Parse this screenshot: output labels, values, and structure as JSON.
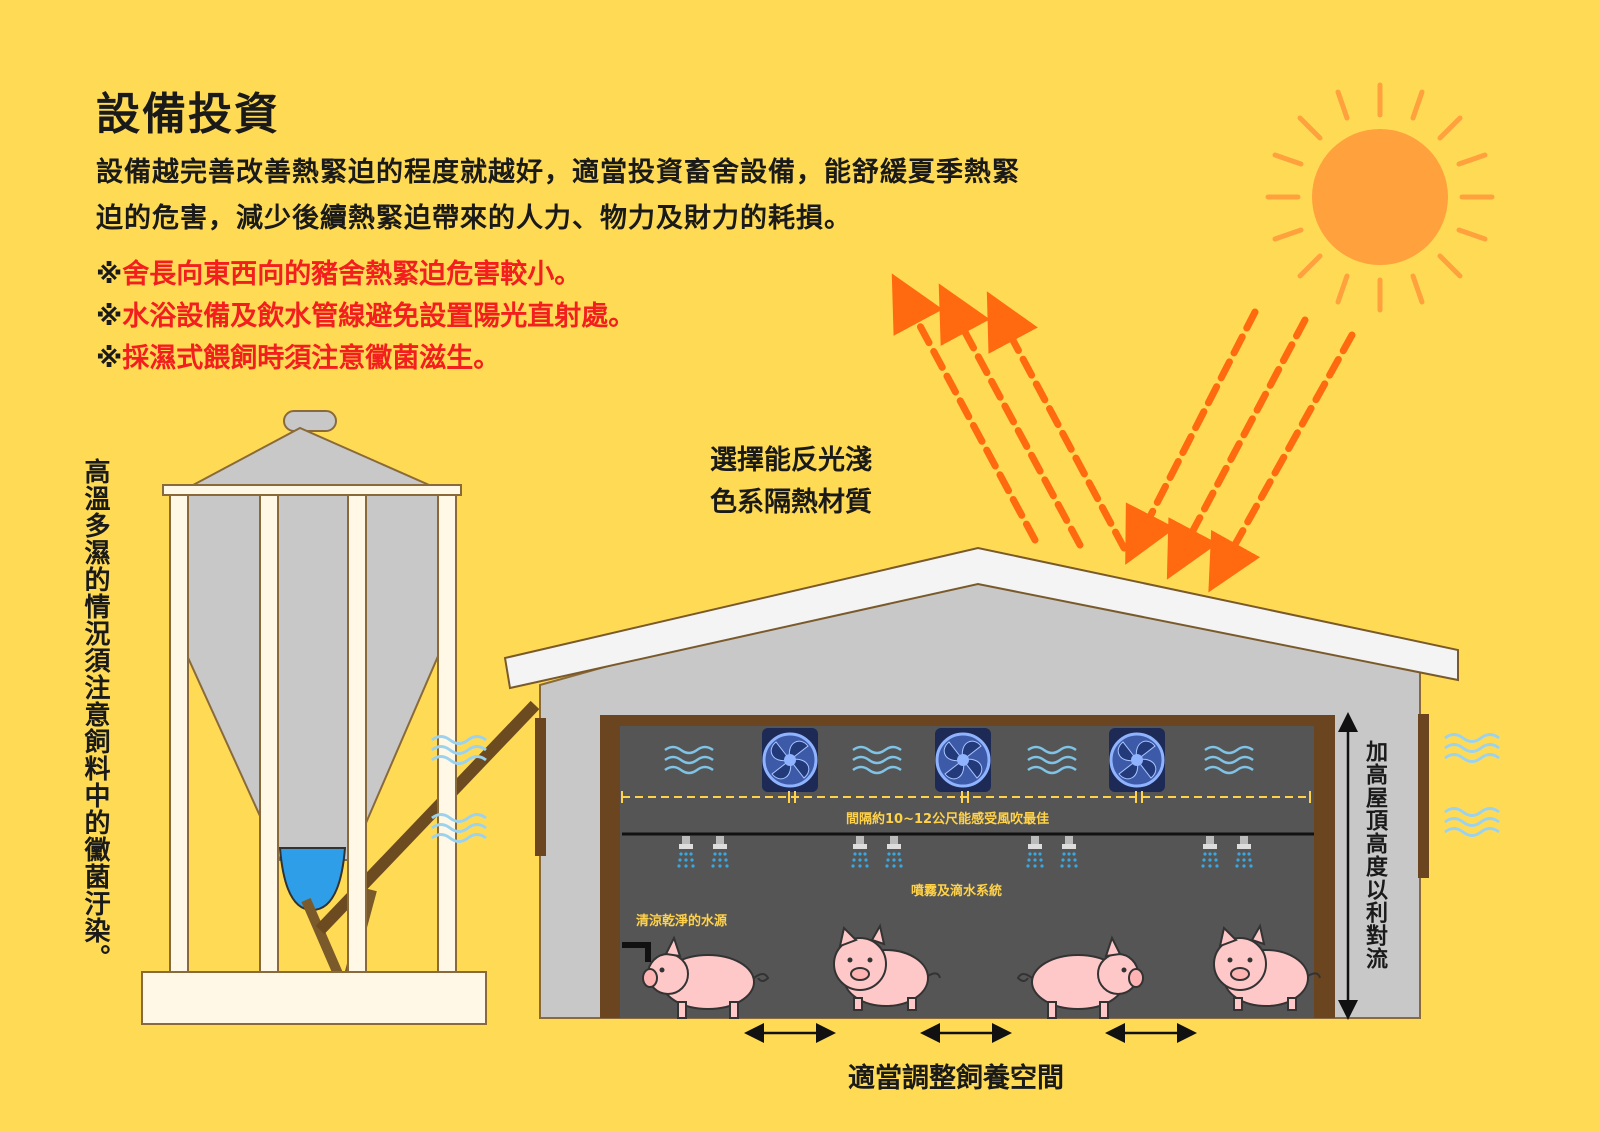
{
  "title": "設備投資",
  "intro_line1": "設備越完善改善熱緊迫的程度就越好，適當投資畜舍設備，能舒緩夏季熱緊",
  "intro_line2": "迫的危害，減少後續熱緊迫帶來的人力、物力及財力的耗損。",
  "notes": [
    {
      "mark": "※",
      "text": "舍長向東西向的豬舍熱緊迫危害較小。"
    },
    {
      "mark": "※",
      "text": "水浴設備及飲水管線避免設置陽光直射處。"
    },
    {
      "mark": "※",
      "text": "採濕式餵飼時須注意黴菌滋生。"
    }
  ],
  "labels": {
    "silo_warning": "高溫多濕的情況須注意飼料中的黴菌汙染。",
    "roof_material_line1": "選擇能反光淺",
    "roof_material_line2": "色系隔熱材質",
    "roof_height": "加高屋頂高度以利對流",
    "fan_spacing": "間隔約10~12公尺能感受風吹最佳",
    "mist_system": "噴霧及滴水系統",
    "water_source": "清涼乾淨的水源",
    "space_adjust": "適當調整飼養空間"
  },
  "colors": {
    "background": "#FFDB55",
    "sun": "#FFA13D",
    "arrow": "#FF6A10",
    "warning_text": "#F31E1E",
    "barn_interior": "#555555",
    "pig": "#FFC8C8",
    "wind": "#7FC4E6"
  },
  "icons": [
    "sun-icon",
    "fan-icon",
    "sprinkler-icon",
    "pig-icon",
    "faucet-icon",
    "wind-icon",
    "double-arrow-icon"
  ]
}
